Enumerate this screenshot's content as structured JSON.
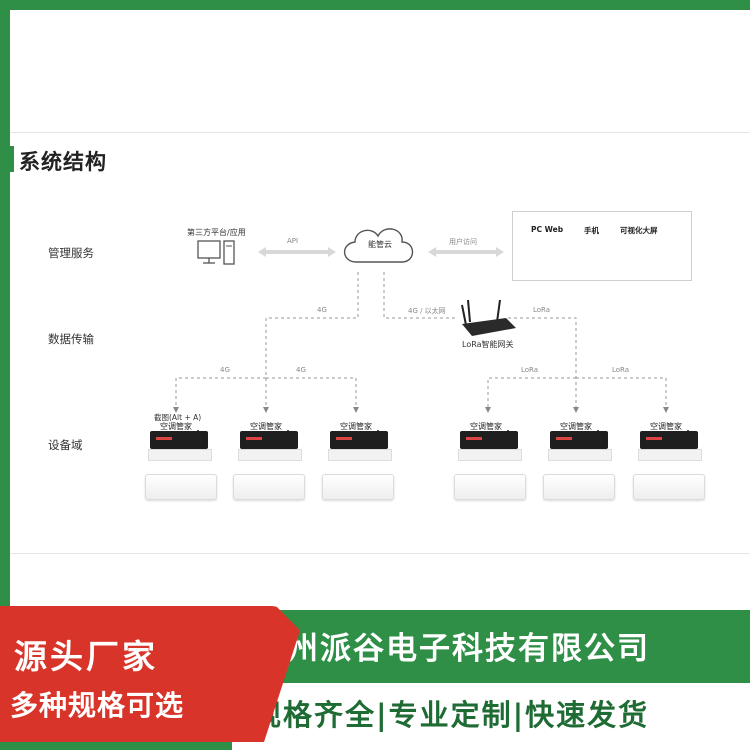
{
  "section_title": "系统结构",
  "layers": {
    "management": "管理服务",
    "transport": "数据传输",
    "device": "设备域"
  },
  "third_party": "第三方平台/应用",
  "api_label": "API",
  "cloud_label": "能管云",
  "user_access_label": "用户访问",
  "access": {
    "pc_web": "PC Web",
    "phone": "手机",
    "big_screen": "可视化大屏"
  },
  "link_4g": "4G",
  "link_4g_ethernet": "4G / 以太网",
  "link_lora": "LoRa",
  "gateway_label": "LoRa智能网关",
  "device_label": "空调管家",
  "screenshot_hint": "截图(Alt + A)",
  "banner": {
    "source_factory": "源头厂家",
    "multi_spec": "多种规格可选",
    "company": "广州派谷电子科技有限公司",
    "slogan": "规格齐全|专业定制|快速发货"
  },
  "colors": {
    "brand_green": "#2f8f47",
    "brand_red": "#d8342a",
    "dark_green_text": "#1e6b34"
  }
}
